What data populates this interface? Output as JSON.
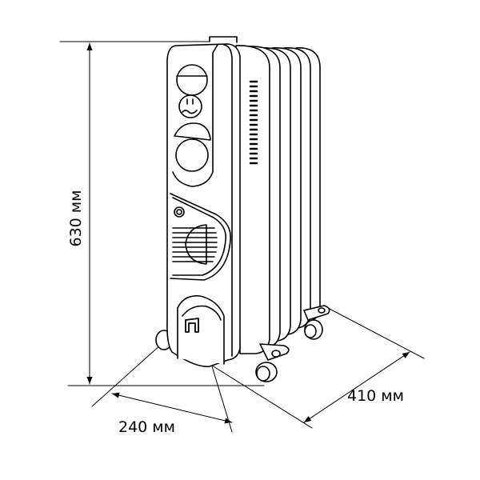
{
  "title": "Oil radiator heater dimensions",
  "dimensions": {
    "height": "630 мм",
    "depth": "240 мм",
    "width": "410 мм"
  },
  "colors": {
    "line": "#000000",
    "background": "#ffffff"
  }
}
